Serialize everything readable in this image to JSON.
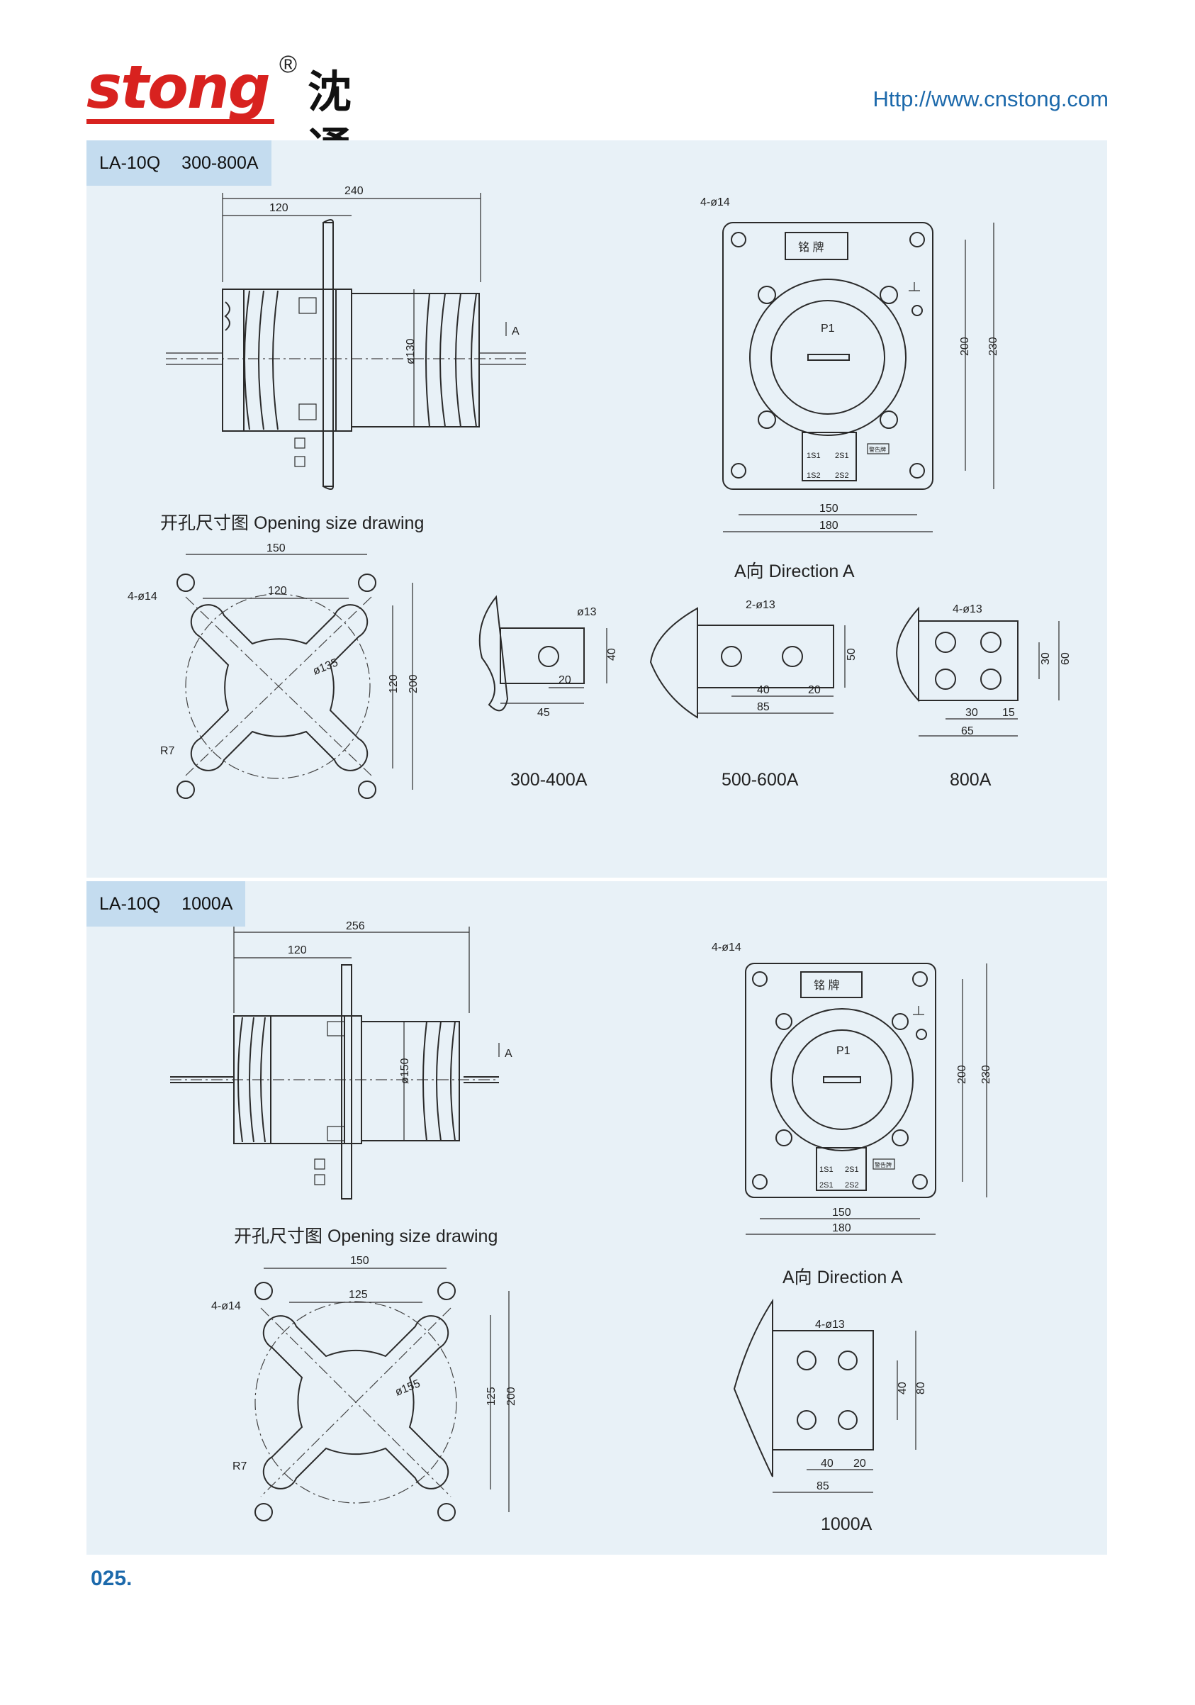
{
  "header": {
    "brand_latin": "stong",
    "brand_registered": "®",
    "brand_cn": "沈通",
    "url": "Http://www.cnstong.com"
  },
  "section_1": {
    "model": "LA-10Q",
    "rating": "300-800A",
    "side_view": {
      "dim_overall": "240",
      "dim_half": "120",
      "dim_dia": "ø130",
      "arrow_label": "A"
    },
    "opening_title": "开孔尺寸图 Opening size drawing",
    "opening": {
      "dim_top": "150",
      "dim_inner": "120",
      "holes": "4-ø14",
      "dia": "ø135",
      "dim_v_inner": "120",
      "dim_v_outer": "200",
      "radius": "R7"
    },
    "direction_view": {
      "holes": "4-ø14",
      "nameplate": "铭 牌",
      "p1": "P1",
      "t1s1": "1S1",
      "t1s2": "1S2",
      "t2s1": "2S1",
      "t2s2": "2S2",
      "warn": "警告牌",
      "dim_v_inner": "200",
      "dim_v_outer": "230",
      "dim_h_inner": "150",
      "dim_h_outer": "180"
    },
    "direction_title": "A向 Direction A",
    "terminals": [
      {
        "label": "300-400A",
        "hole": "ø13",
        "dims": [
          "40",
          "20",
          "45"
        ]
      },
      {
        "label": "500-600A",
        "hole": "2-ø13",
        "dims": [
          "50",
          "40",
          "20",
          "85"
        ]
      },
      {
        "label": "800A",
        "hole": "4-ø13",
        "dims": [
          "30",
          "60",
          "30",
          "15",
          "65"
        ]
      }
    ]
  },
  "section_2": {
    "model": "LA-10Q",
    "rating": "1000A",
    "side_view": {
      "dim_overall": "256",
      "dim_half": "120",
      "dim_dia": "ø150",
      "arrow_label": "A"
    },
    "opening_title": "开孔尺寸图 Opening size drawing",
    "opening": {
      "dim_top": "150",
      "dim_inner": "125",
      "holes": "4-ø14",
      "dia": "ø155",
      "dim_v_inner": "125",
      "dim_v_outer": "200",
      "radius": "R7"
    },
    "direction_view": {
      "holes": "4-ø14",
      "nameplate": "铭 牌",
      "p1": "P1",
      "t1s1": "1S1",
      "t2s1a": "2S1",
      "t2s1b": "2S1",
      "t2s2": "2S2",
      "warn": "警告牌",
      "dim_v_inner": "200",
      "dim_v_outer": "230",
      "dim_h_inner": "150",
      "dim_h_outer": "180"
    },
    "direction_title": "A向 Direction A",
    "terminal": {
      "label": "1000A",
      "hole": "4-ø13",
      "dims": [
        "40",
        "80",
        "40",
        "20",
        "85"
      ]
    }
  },
  "footer": {
    "page_number": "025."
  }
}
